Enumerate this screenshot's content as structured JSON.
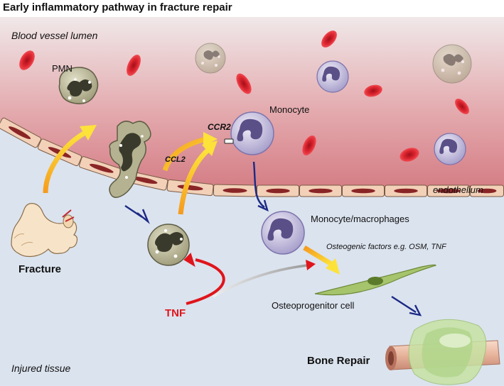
{
  "title": "Early inflammatory pathway in fracture repair",
  "regions": {
    "lumen": "Blood vessel lumen",
    "tissue": "Injured tissue",
    "endothelium": "endothelium"
  },
  "cells": {
    "pmn": "PMN",
    "monocyte": "Monocyte",
    "monocyte_macrophages": "Monocyte/macrophages",
    "osteoprogenitor": "Osteoprogenitor cell"
  },
  "molecules": {
    "ccr2": "CCR2",
    "ccl2": "CCL2",
    "tnf": "TNF",
    "osteogenic_factors": "Osteogenic factors e.g. OSM, TNF"
  },
  "events": {
    "fracture": "Fracture",
    "bone_repair": "Bone Repair"
  },
  "colors": {
    "lumen_top": "#efe6e6",
    "lumen_bottom": "#d67f87",
    "tissue": "#dbe3ee",
    "endothelial_cell": "#f2d1b8",
    "endothelial_nucleus": "#8a2526",
    "rbc": "#d7232d",
    "monocyte_fill": "#c9c3e0",
    "monocyte_nucleus": "#5b4f88",
    "pmn_fill": "#bdbb9c",
    "pmn_nucleus": "#3a3a2c",
    "orange_arrow": "#f7a81b",
    "navy_arrow": "#1c2a86",
    "tnf_red": "#e0141b",
    "osteo_cell": "#a6c46c"
  }
}
